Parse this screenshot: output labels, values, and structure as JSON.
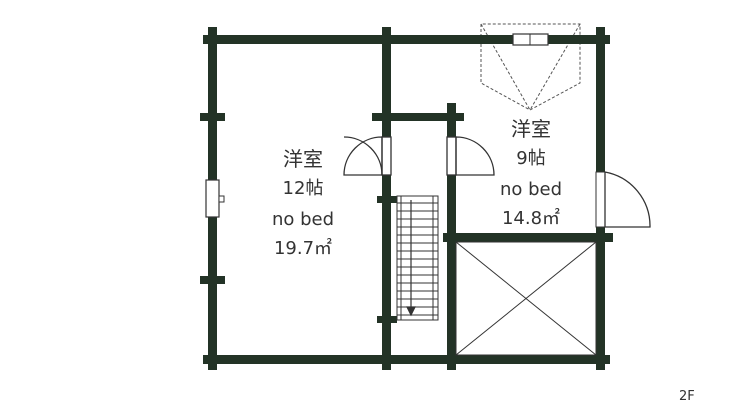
{
  "floor_label": "2F",
  "rooms": [
    {
      "name": "洋室",
      "size_jo": "12帖",
      "bed": "no bed",
      "area": "19.7㎡"
    },
    {
      "name": "洋室",
      "size_jo": "9帖",
      "bed": "no bed",
      "area": "14.8㎡"
    }
  ],
  "colors": {
    "wall": "#233326",
    "fixture": "#3a3a3a",
    "text": "#333333",
    "background": "#ffffff"
  }
}
